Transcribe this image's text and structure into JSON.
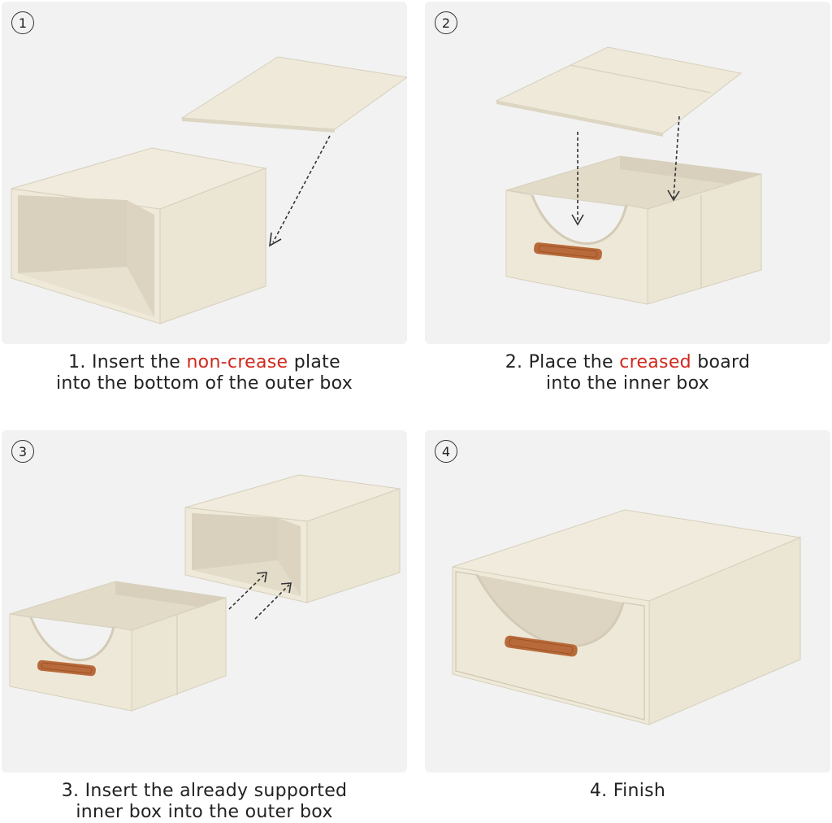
{
  "colors": {
    "panel_background": "#f2f2f2",
    "box_fabric": "#ece6d6",
    "box_inner": "#e2dbc8",
    "handle": "#b86a3a",
    "highlight_text": "#d0281c",
    "text": "#222222"
  },
  "steps": [
    {
      "badge": "1",
      "caption": {
        "line1_pre": "1. Insert the ",
        "line1_highlight": "non-crease",
        "line1_post": " plate",
        "line2": "into the bottom of the outer box"
      }
    },
    {
      "badge": "2",
      "caption": {
        "line1_pre": "2. Place the ",
        "line1_highlight": "creased",
        "line1_post": " board",
        "line2": "into the inner box"
      }
    },
    {
      "badge": "3",
      "caption": {
        "line1": "3. Insert the already supported",
        "line2": "inner box into the outer box"
      }
    },
    {
      "badge": "4",
      "caption": {
        "line1": "4. Finish"
      }
    }
  ]
}
